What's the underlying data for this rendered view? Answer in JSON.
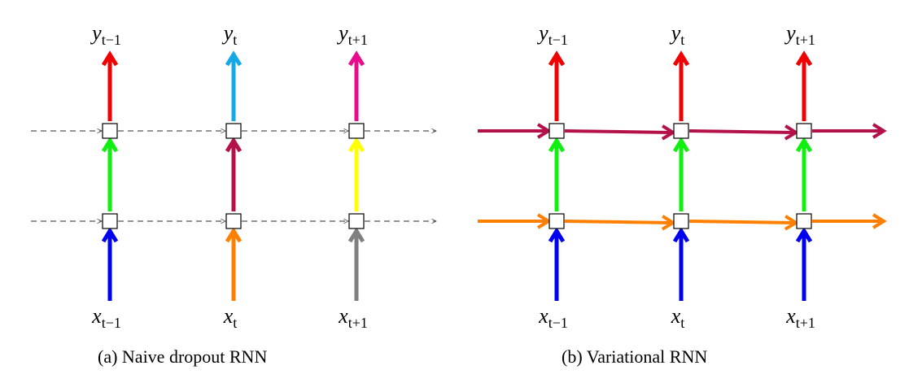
{
  "colors": {
    "red": "#f00000",
    "cyan": "#14a8e6",
    "magenta": "#e80c8c",
    "green": "#10f010",
    "crimson": "#b4104a",
    "yellow": "#ffff00",
    "blue": "#0000f0",
    "orange": "#ff8000",
    "gray": "#808080",
    "dashed": "#555555"
  },
  "panels": [
    {
      "caption": "(a) Naive dropout RNN",
      "labels": {
        "y": [
          {
            "base": "y",
            "sub": "t−1"
          },
          {
            "base": "y",
            "sub": "t"
          },
          {
            "base": "y",
            "sub": "t+1"
          }
        ],
        "x": [
          {
            "base": "x",
            "sub": "t−1"
          },
          {
            "base": "x",
            "sub": "t"
          },
          {
            "base": "x",
            "sub": "t+1"
          }
        ]
      },
      "output_arrow_colors": [
        "red",
        "cyan",
        "magenta"
      ],
      "middle_arrow_colors": [
        "green",
        "crimson",
        "yellow"
      ],
      "input_arrow_colors": [
        "blue",
        "orange",
        "gray"
      ],
      "recurrent_style": "dashed",
      "recurrent_colors": {
        "top": "dashed",
        "bottom": "dashed"
      }
    },
    {
      "caption": "(b) Variational RNN",
      "labels": {
        "y": [
          {
            "base": "y",
            "sub": "t−1"
          },
          {
            "base": "y",
            "sub": "t"
          },
          {
            "base": "y",
            "sub": "t+1"
          }
        ],
        "x": [
          {
            "base": "x",
            "sub": "t−1"
          },
          {
            "base": "x",
            "sub": "t"
          },
          {
            "base": "x",
            "sub": "t+1"
          }
        ]
      },
      "output_arrow_colors": [
        "red",
        "red",
        "red"
      ],
      "middle_arrow_colors": [
        "green",
        "green",
        "green"
      ],
      "input_arrow_colors": [
        "blue",
        "blue",
        "blue"
      ],
      "recurrent_style": "solid",
      "recurrent_colors": {
        "top": "crimson",
        "bottom": "orange"
      }
    }
  ]
}
